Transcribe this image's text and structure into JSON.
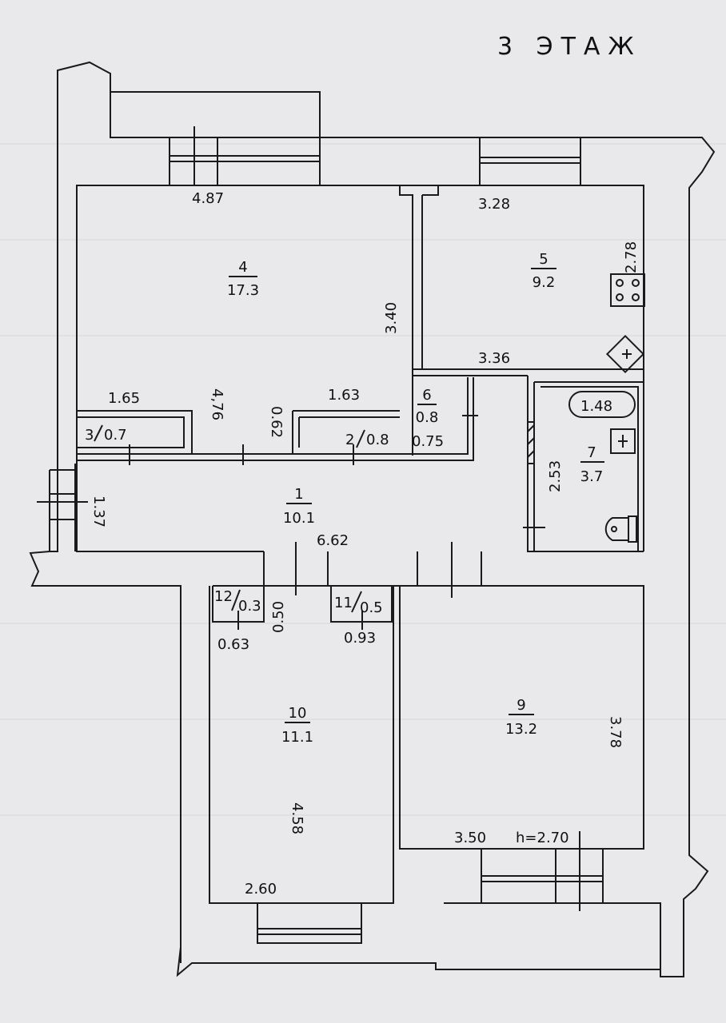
{
  "title": "3 ЭТАЖ",
  "ceiling_height": "h=2.70",
  "rooms": [
    {
      "number": "1",
      "area": "10.1"
    },
    {
      "number": "2",
      "area": "0.8"
    },
    {
      "number": "3",
      "area": "0.7"
    },
    {
      "number": "4",
      "area": "17.3"
    },
    {
      "number": "5",
      "area": "9.2"
    },
    {
      "number": "6",
      "area": "0.8"
    },
    {
      "number": "7",
      "area": "3.7"
    },
    {
      "number": "9",
      "area": "13.2"
    },
    {
      "number": "10",
      "area": "11.1"
    },
    {
      "number": "11",
      "area": "0.5"
    },
    {
      "number": "12",
      "area": "0.3"
    }
  ],
  "dimensions": {
    "d_487": "4.87",
    "d_328": "3.28",
    "d_278": "2.78",
    "d_340": "3.40",
    "d_336": "3.36",
    "d_165": "1.65",
    "d_476": "4,76",
    "d_062": "0.62",
    "d_163": "1.63",
    "d_075": "0.75",
    "d_148": "1.48",
    "d_253": "2.53",
    "d_137": "1.37",
    "d_662": "6.62",
    "d_050": "0.50",
    "d_063": "0.63",
    "d_093": "0.93",
    "d_378": "3.78",
    "d_458": "4.58",
    "d_350": "3.50",
    "d_260": "2.60"
  }
}
